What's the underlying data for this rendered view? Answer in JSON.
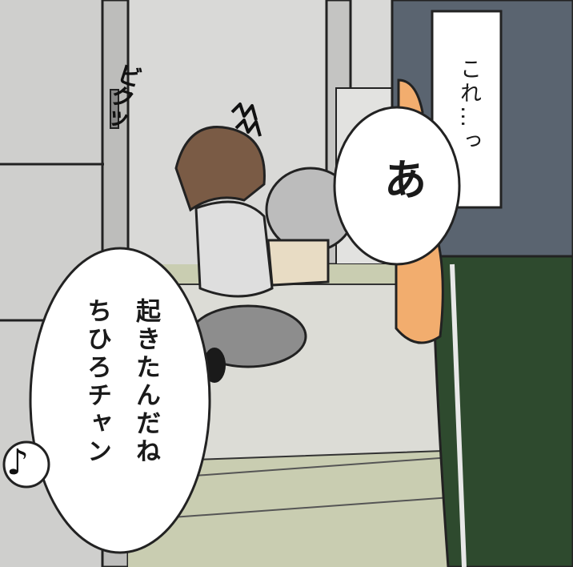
{
  "panel": {
    "sfx": "ビクッ",
    "bubbles": {
      "speech_1": "これ…っ",
      "speech_2": "あ",
      "speech_3_line1": "起きたんだね",
      "speech_3_line2": "ちひろチャン",
      "music_note": "♪"
    }
  },
  "colors": {
    "wall": "#d6d6d4",
    "floor_tatami": "#c9cdb1",
    "shirt_gray_blue": "#5a6470",
    "pants_green": "#2e4a2e",
    "hair_brown": "#7a5b45",
    "skirt_gray": "#8d8d8d",
    "hand_skin": "#f2ad6e"
  },
  "icons": [
    "music-note-icon",
    "shock-lines-icon"
  ]
}
